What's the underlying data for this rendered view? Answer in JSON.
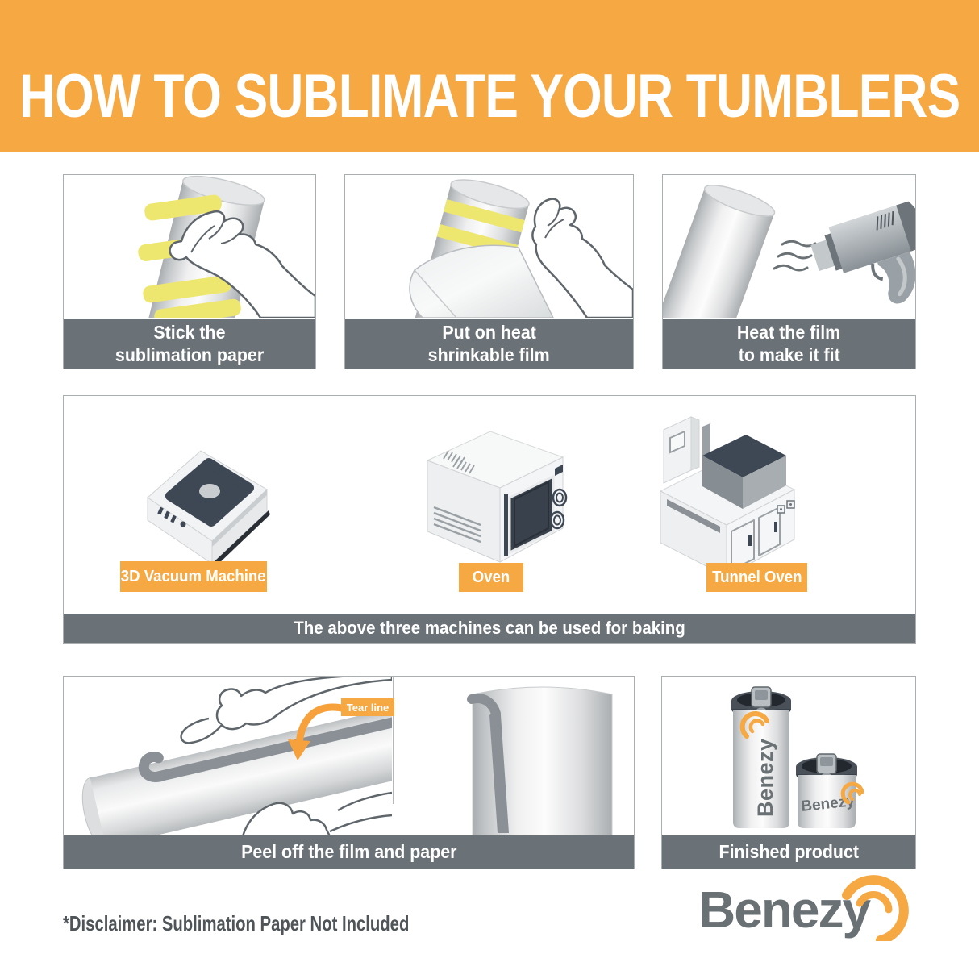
{
  "page": {
    "title": "HOW TO SUBLIMATE YOUR TUMBLERS",
    "disclaimer": "*Disclaimer: Sublimation Paper Not Included",
    "brand": "Benezy"
  },
  "colors": {
    "accent_orange": "#F6A843",
    "arrow_orange": "#F6A13C",
    "caption_gray": "#6A7177",
    "slate_dark": "#3E4754",
    "tape_yellow": "#EDE76F",
    "logo_gray": "#6A7175",
    "disclaimer_gray": "#4E5458"
  },
  "steps": [
    {
      "line1": "Stick the",
      "line2": "sublimation paper"
    },
    {
      "line1": "Put on heat",
      "line2": "shrinkable film"
    },
    {
      "line1": "Heat the film",
      "line2": "to make it fit"
    }
  ],
  "machines": {
    "labels": [
      "3D Vacuum Machine",
      "Oven",
      "Tunnel Oven"
    ],
    "caption": "The above three machines can be used for baking"
  },
  "peel": {
    "caption": "Peel off the film and paper",
    "tear_label": "Tear line"
  },
  "finished": {
    "caption": "Finished product",
    "tumbler_brand": "Benezy"
  }
}
